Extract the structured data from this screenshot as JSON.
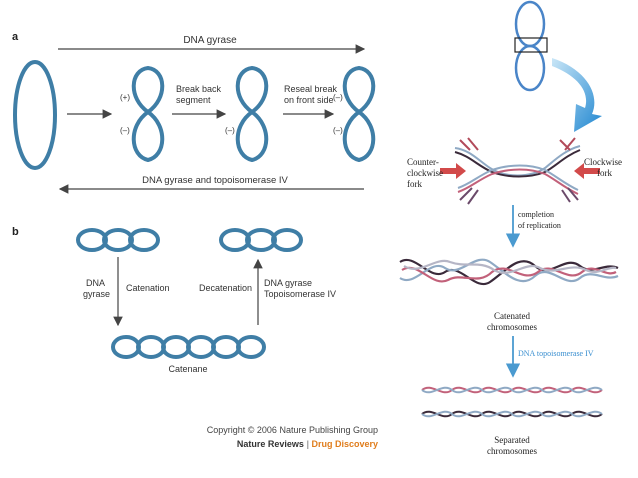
{
  "panel_a": {
    "letter": "a",
    "top_arrow_label": "DNA gyrase",
    "step1_label_line1": "Break back",
    "step1_label_line2": "segment",
    "step2_label_line1": "Reseal break",
    "step2_label_line2": "on front side",
    "bottom_arrow_label": "DNA gyrase and topoisomerase IV",
    "sign_plus": "(+)",
    "sign_minus": "(–)"
  },
  "panel_b": {
    "letter": "b",
    "left_enzyme_line1": "DNA",
    "left_enzyme_line2": "gyrase",
    "catenation_label": "Catenation",
    "decatenation_label": "Decatenation",
    "right_enzyme_line1": "DNA gyrase",
    "right_enzyme_line2": "Topoisomerase IV",
    "catenane_label": "Catenane"
  },
  "copyright": {
    "line": "Copyright © 2006 Nature Publishing Group",
    "journal_part1": "Nature Reviews",
    "separator": " | ",
    "journal_part2": "Drug Discovery"
  },
  "replication": {
    "counter_fork_line1": "Counter-",
    "counter_fork_line2": "clockwise",
    "counter_fork_line3": "fork",
    "clockwise_fork_line1": "Clockwise",
    "clockwise_fork_line2": "fork",
    "completion_line1": "completion",
    "completion_line2": "of replication",
    "catenated_line1": "Catenated",
    "catenated_line2": "chromosomes",
    "topo_label": "DNA topoisomerase IV",
    "separated_line1": "Separated",
    "separated_line2": "chromosomes"
  },
  "colors": {
    "dna_blue": "#3f7ea6",
    "arrow_gray": "#444444",
    "big_arrow_blue": "#2a8fd6",
    "fork_red": "#d24a4a",
    "strand_dark": "#3a2a3a",
    "strand_light": "#8fa9c4",
    "journal_orange": "#e07d1c"
  }
}
